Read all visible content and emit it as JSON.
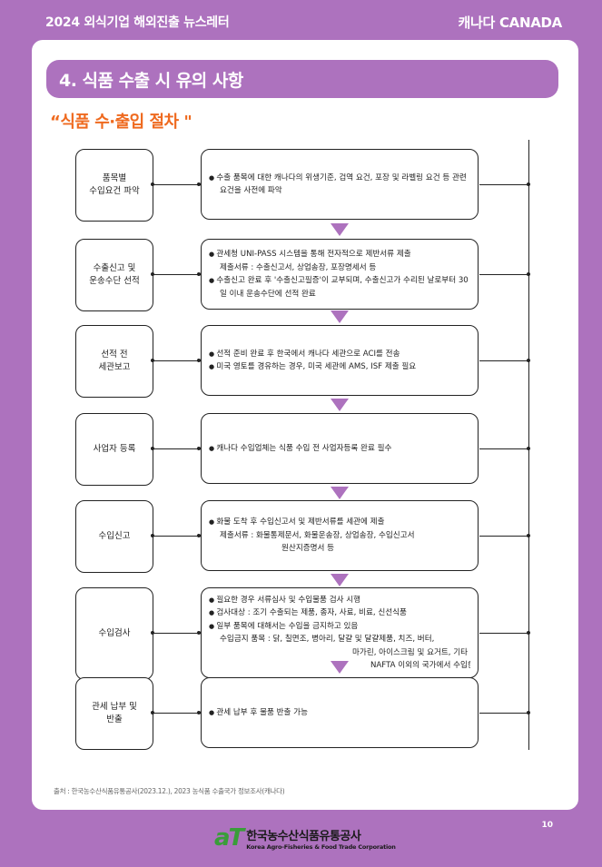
{
  "header": {
    "left": "2024 외식기업 해외진출 뉴스레터",
    "right": "캐나다 CANADA"
  },
  "section_title": "4. 식품 수출 시 유의 사항",
  "subtitle": "“식품 수·출입 절차 \"",
  "steps": [
    {
      "label": "품목별\n수입요건 파악",
      "lines": [
        "수출 품목에 대한 캐나다의 위생기준, 검역 요건, 포장 및 라벨링 요건 등 관련 요건을 사전에 파악"
      ]
    },
    {
      "label": "수출신고 및\n운송수단 선적",
      "lines": [
        "관세청 UNI-PASS 시스템을 통해 전자적으로 제반서류 제출",
        "제출서류 : 수출신고서, 상업송장, 포장명세서 등",
        "수출신고 완료 후 '수출신고필증'이 교부되며, 수출신고가 수리된 날로부터 30일 이내 운송수단에 선적 완료"
      ]
    },
    {
      "label": "선적 전\n세관보고",
      "lines": [
        "선적 준비 완료 후 한국에서 캐나다 세관으로 ACI를 전송",
        "미국 영토를 경유하는 경우, 미국 세관에 AMS, ISF 제출 필요"
      ]
    },
    {
      "label": "사업자 등록",
      "lines": [
        "캐나다 수입업체는 식품 수입 전 사업자등록 완료 필수"
      ]
    },
    {
      "label": "수입신고",
      "lines": [
        "화물 도착 후 수입신고서 및 제반서류를 세관에 제출",
        "제출서류 : 화물통제문서, 화물운송장, 상업송장, 수입신고서",
        "원산지증명서 등"
      ]
    },
    {
      "label": "수입검사",
      "lines": [
        "필요한 경우 서류심사 및 수입물품 검사 시행",
        "검사대상 : 조기 수출되는 제품, 종자, 사료, 비료, 신선식품",
        "일부 품목에 대해서는 수입을 금지하고 있음",
        "수입금지 품목 : 닭, 칠면조, 병아리, 달걀 및 달걀제품, 치즈, 버터,",
        "마가린, 아이스크림 및 요거트, 기타 유제품 등과",
        "NAFTA 이외의 국가에서 수입한 소고기"
      ]
    },
    {
      "label": "관세 납부 및\n반출",
      "lines": [
        "관세 납부 후 물품 반출 가능"
      ]
    }
  ],
  "source": "출처 : 한국농수산식품유통공사(2023.12.), 2023 농식품 수출국가 정보조사(캐나다)",
  "page_number": "10",
  "logo": {
    "mark": "aT",
    "name_ko": "한국농수산식품유통공사",
    "name_en": "Korea Agro-Fisheries & Food Trade Corporation"
  },
  "colors": {
    "background": "#ad72be",
    "accent": "#ef6a1f",
    "triangle": "#ad72be"
  }
}
